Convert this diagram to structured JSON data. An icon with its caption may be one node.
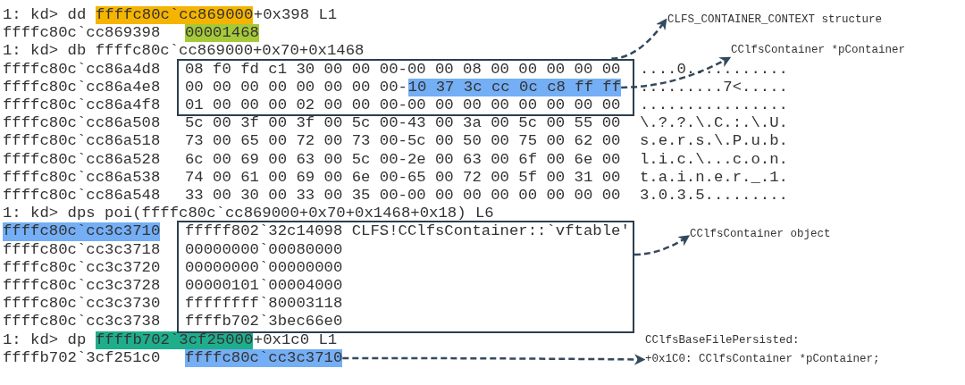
{
  "diagram": {
    "nodes": [
      {
        "text": [
          "CLFS_CONTAINER_CONTEXT structure"
        ]
      },
      {
        "text": [
          "08 f0 fd c1 30 00 00 00-00 00 08 00 00 00 00 00",
          "00 00 00 00 00 00 00 00-",
          "01 00 00 00 02 00 00 00-00 00 00 00 00 00 00 00"
        ]
      },
      {
        "text": [
          "10 37 3c cc 0c c8 ff ff"
        ],
        "in": 1
      },
      {
        "text": [
          "CClfsContainer *pContainer"
        ]
      },
      {
        "text": [
          "ffffc80c`cc3c3710"
        ]
      },
      {
        "text": [
          "fffff802`32c14098 CLFS!CClfsContainer::`vftable'",
          "00000000`00080000",
          "00000000`00000000",
          "00000101`00004000",
          "ffffffff`80003118",
          "ffffb702`3bec66e0"
        ]
      },
      {
        "text": [
          "CClfsContainer object"
        ]
      },
      {
        "text": [
          "ffffc80c`cc3c3710"
        ]
      },
      {
        "text": [
          "CClfsBaseFilePersisted:",
          "+0x1C0: CClfsContainer *pContainer;"
        ]
      }
    ],
    "edges": [
      {
        "from": 1,
        "to": 0,
        "arrow": "to",
        "style": "dashed"
      },
      {
        "from": 2,
        "to": 3,
        "arrow": "to",
        "style": "dashed"
      },
      {
        "from": 5,
        "to": 6,
        "arrow": "to",
        "style": "dashed"
      },
      {
        "from": 7,
        "to": 8,
        "arrow": "to",
        "style": "dashed"
      }
    ],
    "labels": [
      "1: kd> dd",
      "ffffc80c`cc869000",
      "+0x398 L1",
      "ffffc80c`cc869398",
      "00001468",
      "1: kd> db ffffc80c`cc869000+0x70+0x1468",
      "ffffc80c`cc86a4d8",
      "....0...........",
      "ffffc80c`cc86a4e8",
      ".........7<.....",
      "ffffc80c`cc86a4f8",
      "................",
      "ffffc80c`cc86a508",
      "5c 00 3f 00 3f 00 5c 00-43 00 3a 00 5c 00 55 00",
      "\\.?.?.\\.C.:.\\.U.",
      "ffffc80c`cc86a518",
      "73 00 65 00 72 00 73 00-5c 00 50 00 75 00 62 00",
      "s.e.r.s.\\.P.u.b.",
      "ffffc80c`cc86a528",
      "6c 00 69 00 63 00 5c 00-2e 00 63 00 6f 00 6e 00",
      "l.i.c.\\...c.o.n.",
      "ffffc80c`cc86a538",
      "74 00 61 00 69 00 6e 00-65 00 72 00 5f 00 31 00",
      "t.a.i.n.e.r._.1.",
      "ffffc80c`cc86a548",
      "33 00 30 00 33 00 35 00-00 00 00 00 00 00 00 00",
      "3.0.3.5.........",
      "1: kd> dps poi(ffffc80c`cc869000+0x70+0x1468+0x18) L6",
      "ffffc80c`cc3c3718",
      "ffffc80c`cc3c3720",
      "ffffc80c`cc3c3728",
      "ffffc80c`cc3c3730",
      "ffffc80c`cc3c3738",
      "1: kd> dp",
      "ffffb702`3cf25000",
      "+0x1c0 L1",
      "ffffb702`3cf251c0"
    ]
  }
}
